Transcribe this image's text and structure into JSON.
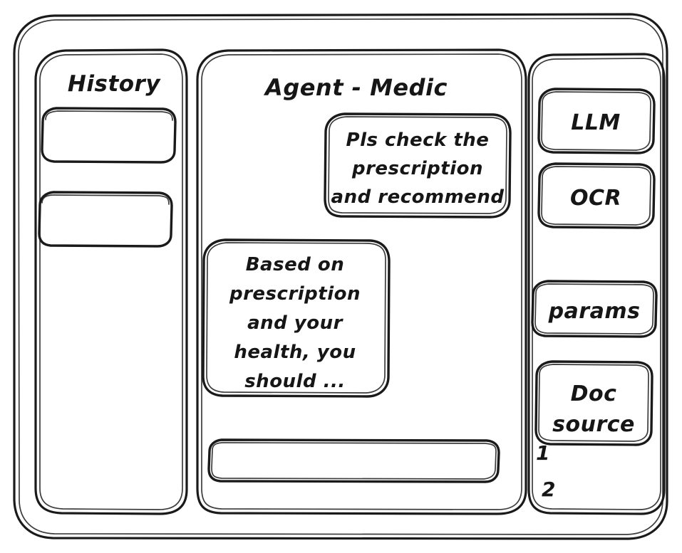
{
  "app": {
    "background_color": "#ffffff",
    "stroke_color": "#1a1a1a",
    "style": "hand-drawn-wireframe"
  },
  "sidebar_left": {
    "title": "History",
    "items": [
      {
        "label": ""
      },
      {
        "label": ""
      }
    ]
  },
  "main": {
    "title": "Agent - Medic",
    "messages": [
      {
        "role": "user",
        "align": "right",
        "lines": [
          "Pls check the",
          "prescription",
          "and recommend"
        ]
      },
      {
        "role": "assistant",
        "align": "left",
        "lines": [
          "Based on",
          "prescription",
          "and your",
          "health, you",
          "should ..."
        ]
      }
    ],
    "composer": {
      "value": "",
      "placeholder": ""
    }
  },
  "sidebar_right": {
    "buttons": [
      {
        "label": "LLM"
      },
      {
        "label": "OCR"
      },
      {
        "label": "params"
      }
    ],
    "doc_source": {
      "lines": [
        "Doc",
        "source"
      ],
      "entries": [
        "1",
        "2"
      ]
    }
  }
}
